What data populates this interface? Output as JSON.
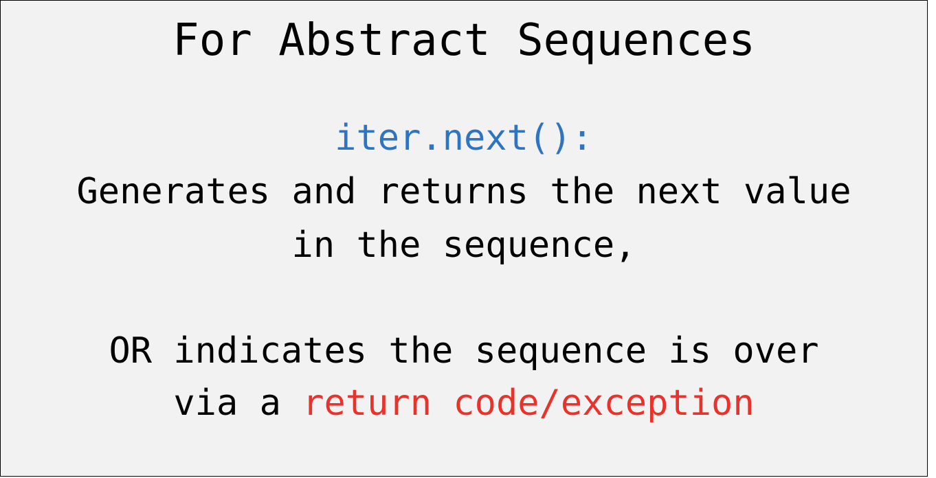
{
  "slide": {
    "title": "For Abstract Sequences",
    "method": "iter.next():",
    "line1": "Generates and returns the next value",
    "line2": "in the sequence,",
    "line3": "OR indicates the sequence is over",
    "line4_prefix": "via a ",
    "line4_highlight": "return code/exception"
  },
  "colors": {
    "background": "#f2f2f2",
    "text": "#000000",
    "method": "#2e74c0",
    "highlight": "#e8322a"
  }
}
